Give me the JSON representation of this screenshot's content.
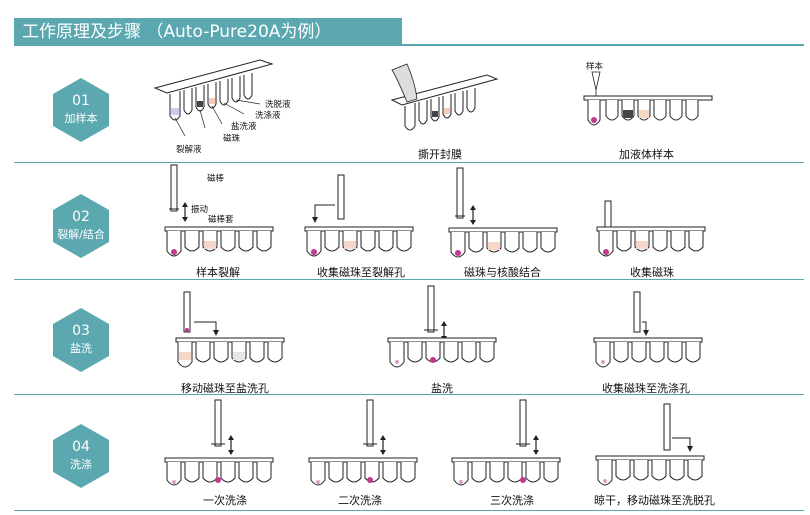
{
  "header": {
    "title": "工作原理及步骤 （Auto-Pure20A为例）"
  },
  "colors": {
    "accent": "#5ba8b0",
    "magenta": "#c0398a",
    "pink": "#f6d6c6"
  },
  "steps": [
    {
      "num": "01",
      "label": "加样本",
      "captions": [
        "撕开封膜",
        "加液体样本"
      ],
      "labels": {
        "wash_elute": "洗脱液",
        "wash": "洗涤液",
        "salt_wash": "盐洗液",
        "beads": "磁珠",
        "lysis": "裂解液",
        "sample": "样本"
      }
    },
    {
      "num": "02",
      "label": "裂解/结合",
      "captions": [
        "样本裂解",
        "收集磁珠至裂解孔",
        "磁珠与核酸结合",
        "收集磁珠"
      ],
      "labels": {
        "rod": "磁棒",
        "vibrate": "振动",
        "sleeve": "磁棒套"
      }
    },
    {
      "num": "03",
      "label": "盐洗",
      "captions": [
        "移动磁珠至盐洗孔",
        "盐洗",
        "收集磁珠至洗涤孔"
      ]
    },
    {
      "num": "04",
      "label": "洗涤",
      "captions": [
        "一次洗涤",
        "二次洗涤",
        "三次洗涤",
        "晾干，移动磁珠至洗脱孔"
      ]
    }
  ]
}
